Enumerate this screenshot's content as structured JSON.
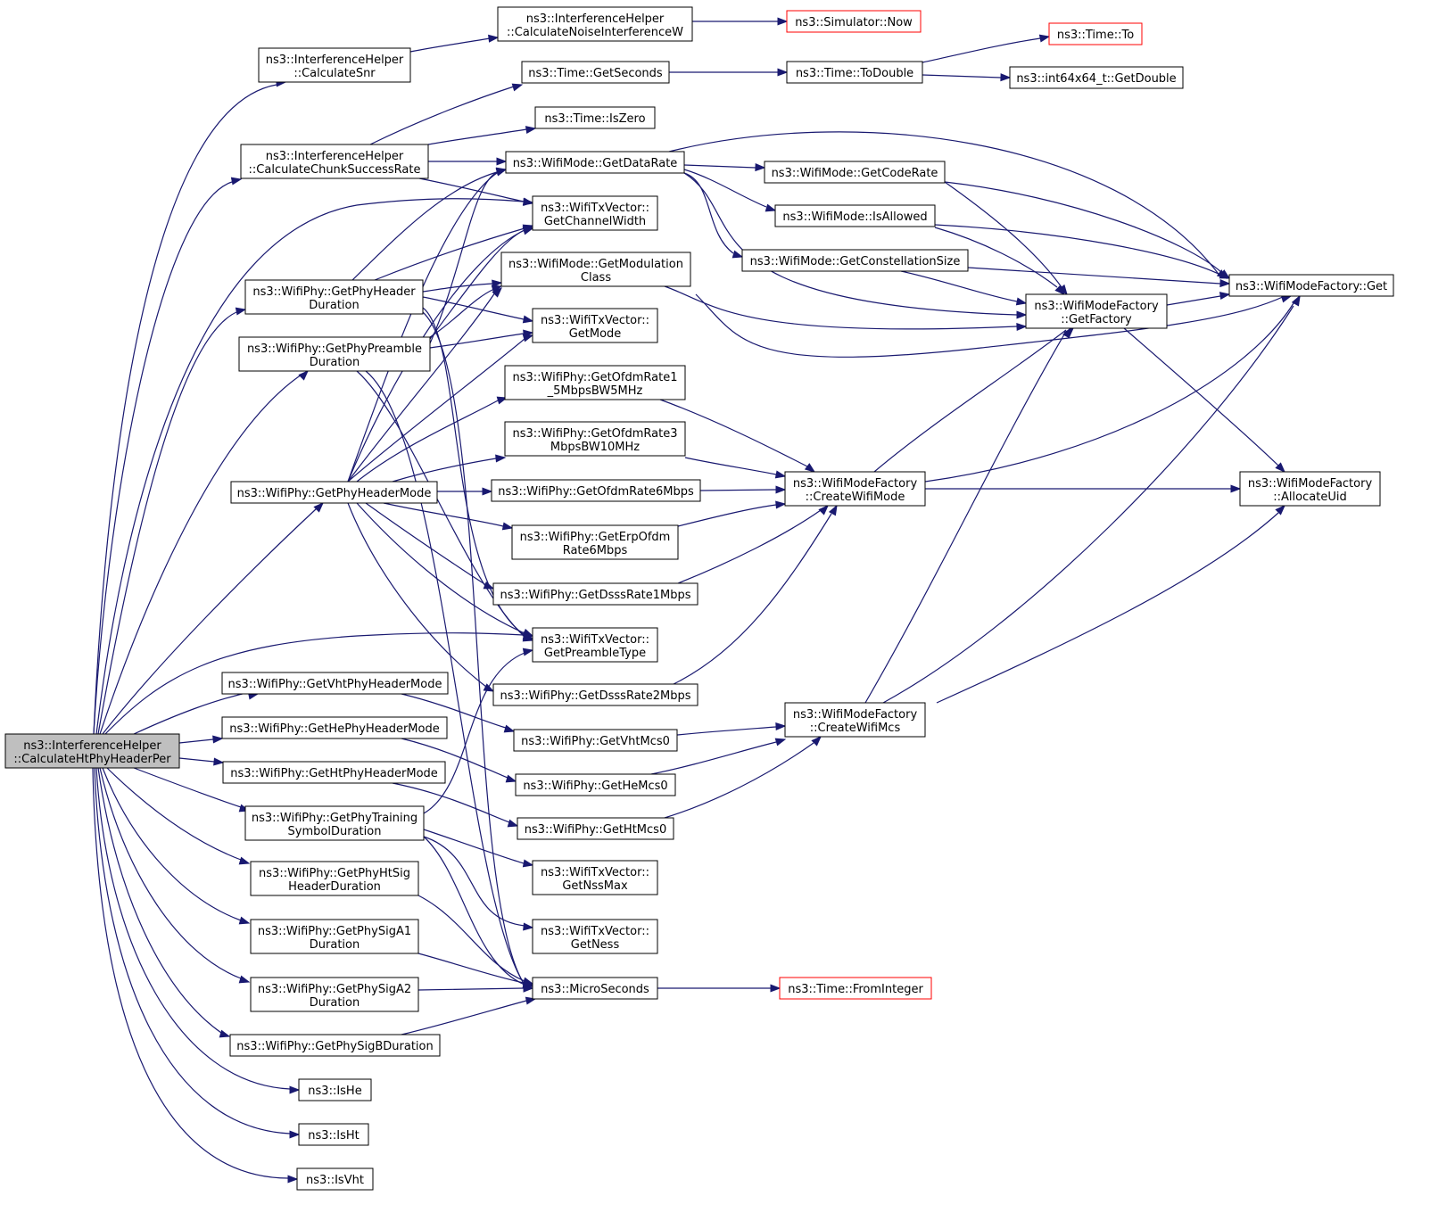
{
  "nodes": {
    "root": [
      "ns3::InterferenceHelper",
      "::CalculateHtPhyHeaderPer"
    ],
    "calcSnr": [
      "ns3::InterferenceHelper",
      "::CalculateSnr"
    ],
    "calcNoise": [
      "ns3::InterferenceHelper",
      "::CalculateNoiseInterferenceW"
    ],
    "simNow": [
      "ns3::Simulator::Now"
    ],
    "timeTo": [
      "ns3::Time::To"
    ],
    "getSeconds": [
      "ns3::Time::GetSeconds"
    ],
    "toDouble": [
      "ns3::Time::ToDouble"
    ],
    "getDouble": [
      "ns3::int64x64_t::GetDouble"
    ],
    "isZero": [
      "ns3::Time::IsZero"
    ],
    "calcChunk": [
      "ns3::InterferenceHelper",
      "::CalculateChunkSuccessRate"
    ],
    "getDataRate": [
      "ns3::WifiMode::GetDataRate"
    ],
    "getCodeRate": [
      "ns3::WifiMode::GetCodeRate"
    ],
    "chanWidth": [
      "ns3::WifiTxVector::",
      "GetChannelWidth"
    ],
    "isAllowed": [
      "ns3::WifiMode::IsAllowed"
    ],
    "modClass": [
      "ns3::WifiMode::GetModulation",
      "Class"
    ],
    "constSize": [
      "ns3::WifiMode::GetConstellationSize"
    ],
    "factGet": [
      "ns3::WifiModeFactory::Get"
    ],
    "getFactory": [
      "ns3::WifiModeFactory",
      "::GetFactory"
    ],
    "phyHdrDur": [
      "ns3::WifiPhy::GetPhyHeader",
      "Duration"
    ],
    "txGetMode": [
      "ns3::WifiTxVector::",
      "GetMode"
    ],
    "phyPreDur": [
      "ns3::WifiPhy::GetPhyPreamble",
      "Duration"
    ],
    "ofdm15": [
      "ns3::WifiPhy::GetOfdmRate1",
      "_5MbpsBW5MHz"
    ],
    "ofdm3": [
      "ns3::WifiPhy::GetOfdmRate3",
      "MbpsBW10MHz"
    ],
    "createMode": [
      "ns3::WifiModeFactory",
      "::CreateWifiMode"
    ],
    "allocUid": [
      "ns3::WifiModeFactory",
      "::AllocateUid"
    ],
    "phyHdrMode": [
      "ns3::WifiPhy::GetPhyHeaderMode"
    ],
    "ofdm6": [
      "ns3::WifiPhy::GetOfdmRate6Mbps"
    ],
    "erp6": [
      "ns3::WifiPhy::GetErpOfdm",
      "Rate6Mbps"
    ],
    "dsss1": [
      "ns3::WifiPhy::GetDsssRate1Mbps"
    ],
    "preType": [
      "ns3::WifiTxVector::",
      "GetPreambleType"
    ],
    "vhtHdr": [
      "ns3::WifiPhy::GetVhtPhyHeaderMode"
    ],
    "dsss2": [
      "ns3::WifiPhy::GetDsssRate2Mbps"
    ],
    "createMcs": [
      "ns3::WifiModeFactory",
      "::CreateWifiMcs"
    ],
    "heHdr": [
      "ns3::WifiPhy::GetHePhyHeaderMode"
    ],
    "vhtMcs0": [
      "ns3::WifiPhy::GetVhtMcs0"
    ],
    "htHdr": [
      "ns3::WifiPhy::GetHtPhyHeaderMode"
    ],
    "heMcs0": [
      "ns3::WifiPhy::GetHeMcs0"
    ],
    "training": [
      "ns3::WifiPhy::GetPhyTraining",
      "SymbolDuration"
    ],
    "htMcs0": [
      "ns3::WifiPhy::GetHtMcs0"
    ],
    "nssMax": [
      "ns3::WifiTxVector::",
      "GetNssMax"
    ],
    "htSig": [
      "ns3::WifiPhy::GetPhyHtSig",
      "HeaderDuration"
    ],
    "ness": [
      "ns3::WifiTxVector::",
      "GetNess"
    ],
    "sigA1": [
      "ns3::WifiPhy::GetPhySigA1",
      "Duration"
    ],
    "sigA2": [
      "ns3::WifiPhy::GetPhySigA2",
      "Duration"
    ],
    "micro": [
      "ns3::MicroSeconds"
    ],
    "fromInt": [
      "ns3::Time::FromInteger"
    ],
    "sigB": [
      "ns3::WifiPhy::GetPhySigBDuration"
    ],
    "isHe": [
      "ns3::IsHe"
    ],
    "isHt": [
      "ns3::IsHt"
    ],
    "isVht": [
      "ns3::IsVht"
    ]
  },
  "colors": {
    "edge": "#191970",
    "root_fill": "#bfbfbf",
    "node_border": "#000000",
    "truncated_border": "#ff0000"
  }
}
